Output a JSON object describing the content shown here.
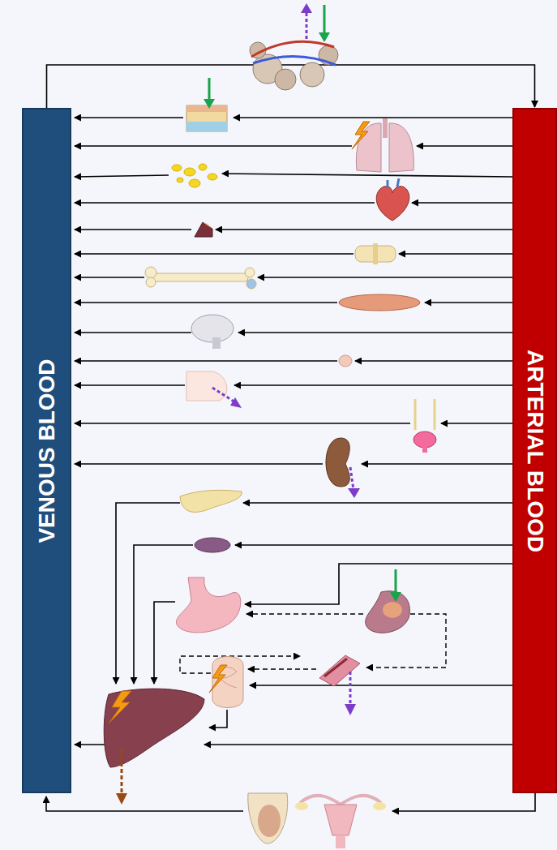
{
  "diagram": {
    "nodes": [
      {
        "text": [
          "VENOUS BLOOD"
        ]
      },
      {
        "text": [
          "ARTERIAL BLOOD"
        ]
      }
    ],
    "edges": [
      {
        "from": 0,
        "to": 1,
        "arrow": "to"
      }
    ]
  }
}
